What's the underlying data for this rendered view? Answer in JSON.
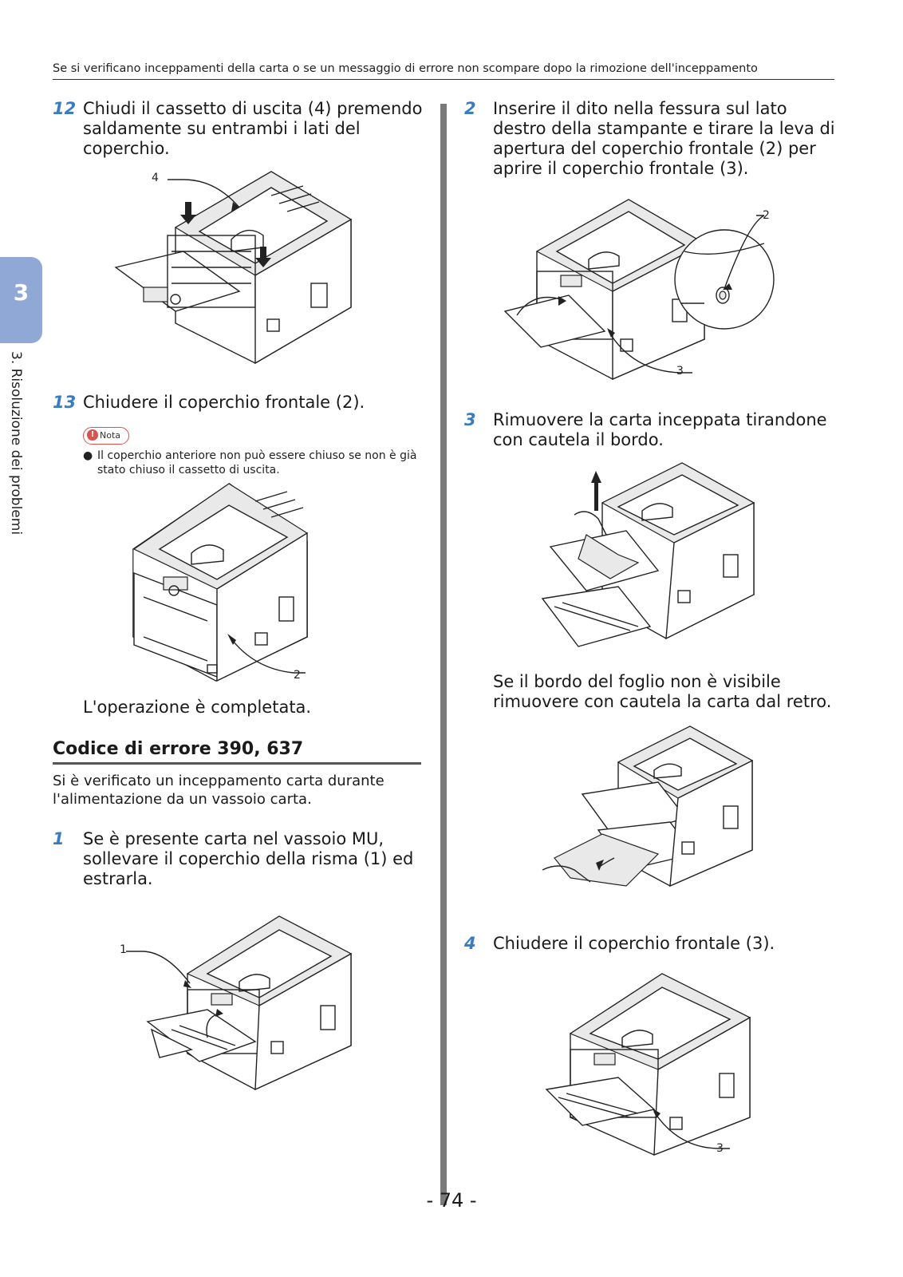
{
  "header": "Se si verificano inceppamenti della carta o se un messaggio di errore non scompare dopo la rimozione dell'inceppamento",
  "sidebar": {
    "chapter_number": "3",
    "chapter_title": "3.  Risoluzione dei problemi"
  },
  "left": {
    "step12": {
      "num": "12",
      "text": "Chiudi il cassetto di uscita (4) premendo saldamente su entrambi i lati del coperchio.",
      "callout": "4"
    },
    "step13": {
      "num": "13",
      "text": "Chiudere il coperchio frontale (2).",
      "callout": "2"
    },
    "note": {
      "label": "Nota",
      "bullet": "Il coperchio anteriore non può essere chiuso se non è già stato chiuso il cassetto di uscita."
    },
    "completed": "L'operazione è completata.",
    "section": {
      "title": "Codice di errore 390, 637",
      "intro": "Si è verificato un inceppamento carta durante l'alimentazione da un vassoio carta."
    },
    "step1": {
      "num": "1",
      "text": "Se è presente carta nel vassoio MU, sollevare il coperchio della risma (1) ed estrarla.",
      "callout": "1"
    }
  },
  "right": {
    "step2": {
      "num": "2",
      "text": "Inserire il dito nella fessura sul lato destro della stampante e tirare la leva di apertura del coperchio frontale (2) per aprire il coperchio frontale (3).",
      "callout_a": "2",
      "callout_b": "3"
    },
    "step3": {
      "num": "3",
      "text": "Rimuovere la carta inceppata tirandone con cautela il bordo."
    },
    "rear_text": "Se il bordo del foglio non è visibile rimuovere con cautela la carta dal retro.",
    "step4": {
      "num": "4",
      "text": "Chiudere il coperchio frontale (3).",
      "callout": "3"
    }
  },
  "page_number": "- 74 -"
}
